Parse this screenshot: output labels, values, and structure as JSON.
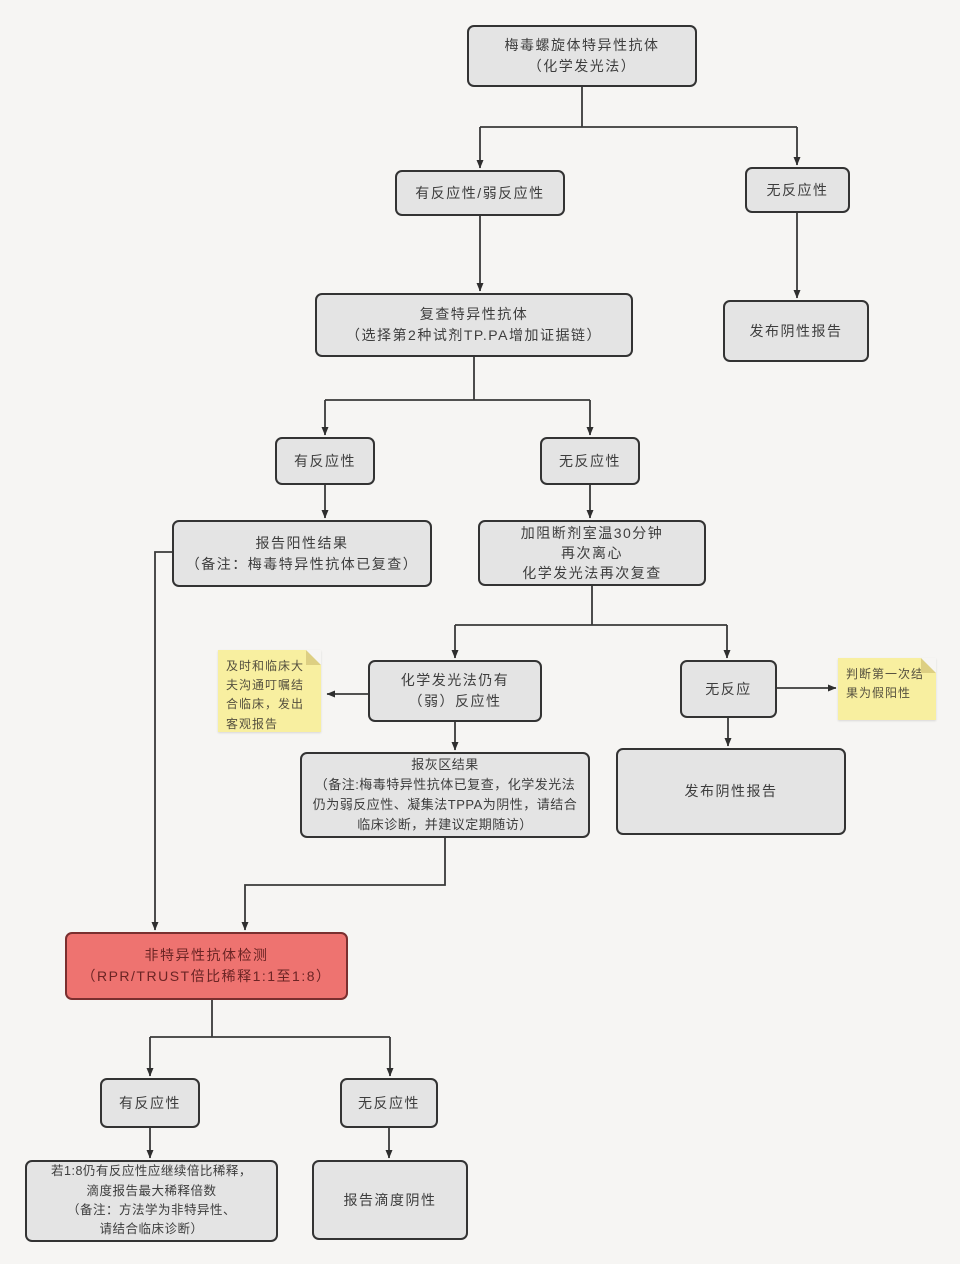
{
  "nodes": {
    "start": {
      "label": "梅毒螺旋体特异性抗体\n（化学发光法）"
    },
    "reactive_weak": {
      "label": "有反应性/弱反应性"
    },
    "nonreactive_1": {
      "label": "无反应性"
    },
    "recheck": {
      "label": "复查特异性抗体\n（选择第2种试剂TP.PA增加证据链）"
    },
    "negative_report_1": {
      "label": "发布阴性报告"
    },
    "reactive_2": {
      "label": "有反应性"
    },
    "nonreactive_2": {
      "label": "无反应性"
    },
    "positive_result": {
      "label": "报告阳性结果\n（备注：梅毒特异性抗体已复查）"
    },
    "blocker_recheck": {
      "label": "加阻断剂室温30分钟\n再次离心\n化学发光法再次复查"
    },
    "cl_still_weak": {
      "label": "化学发光法仍有\n（弱）反应性"
    },
    "no_reaction": {
      "label": "无反应"
    },
    "gray_zone": {
      "label": "报灰区结果\n（备注:梅毒特异性抗体已复查，化学发光法仍为弱反应性、凝集法TPPA为阴性，请结合临床诊断，并建议定期随访）"
    },
    "negative_report_2": {
      "label": "发布阴性报告"
    },
    "nonspecific_test": {
      "label": "非特异性抗体检测\n（RPR/TRUST倍比稀释1:1至1:8）"
    },
    "reactive_3": {
      "label": "有反应性"
    },
    "nonreactive_3": {
      "label": "无反应性"
    },
    "titer_continue": {
      "label": "若1:8仍有反应性应继续倍比稀释，\n滴度报告最大稀释倍数\n（备注：方法学为非特异性、\n请结合临床诊断）"
    },
    "titer_negative": {
      "label": "报告滴度阴性"
    }
  },
  "notes": {
    "clinical_comm": {
      "label": "及时和临床大夫沟通叮嘱结合临床，发出客观报告"
    },
    "false_positive": {
      "label": "判断第一次结果为假阳性"
    }
  },
  "colors": {
    "node_fill": "#e4e4e4",
    "node_border": "#333333",
    "highlight_fill": "#ee7370",
    "highlight_border": "#7a2f2f",
    "note_fill": "#f8efa0",
    "connector": "#3a3a3a",
    "background": "#f6f5f3"
  }
}
